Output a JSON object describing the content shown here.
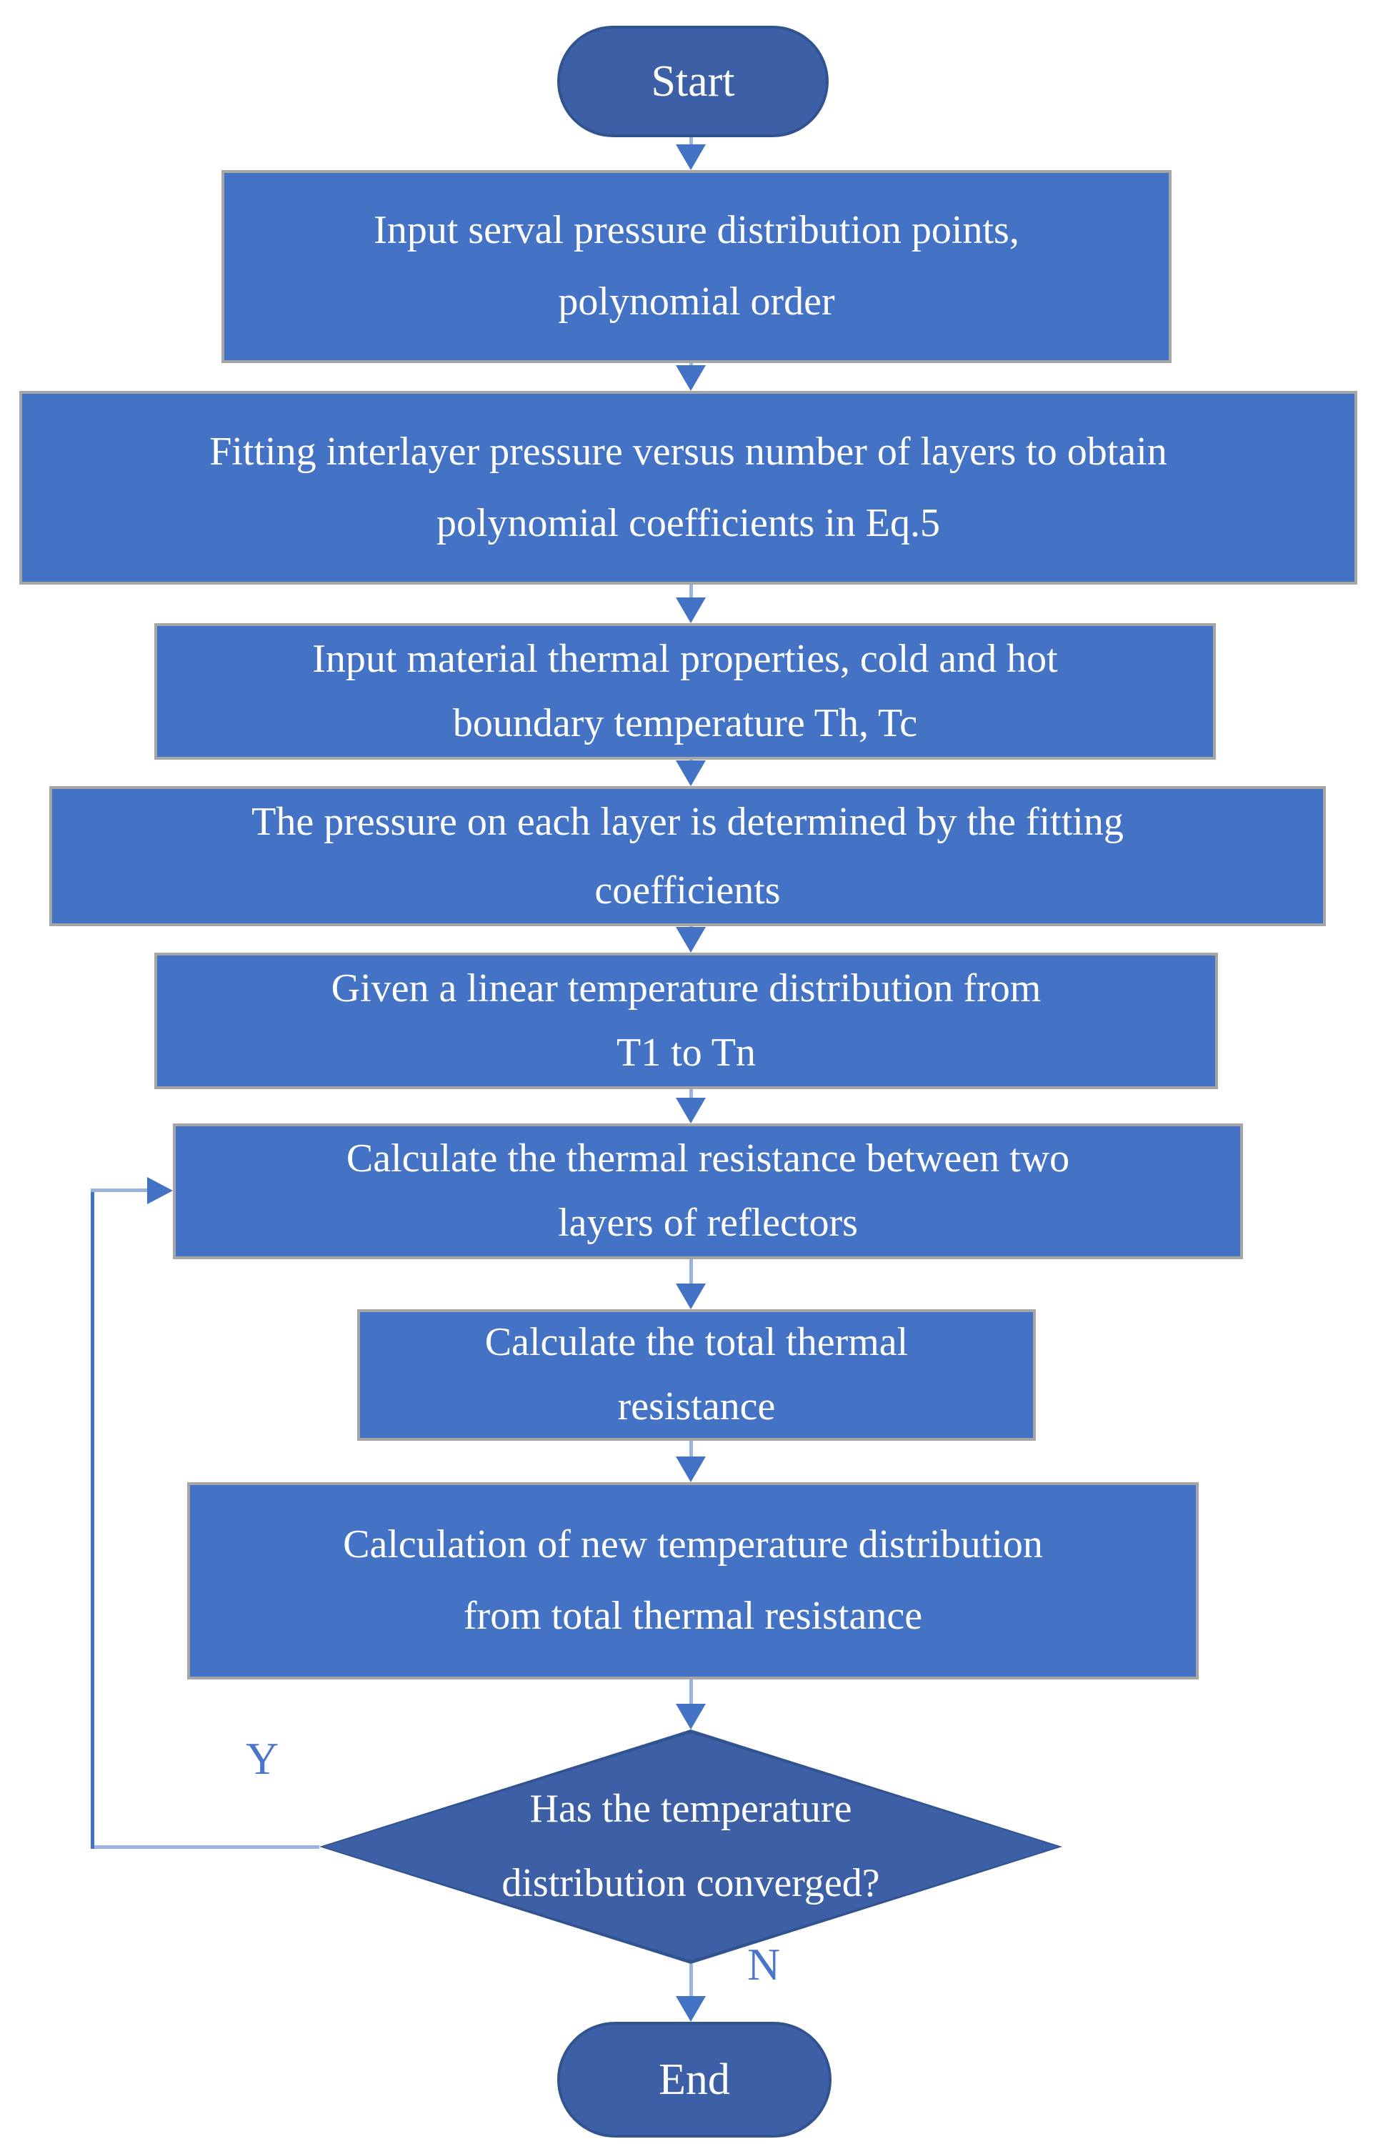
{
  "flowchart": {
    "nodes": {
      "start": {
        "label": "Start"
      },
      "step1": {
        "label": "Input serval pressure distribution points,\npolynomial order"
      },
      "step2": {
        "label": "Fitting interlayer pressure versus number of layers to obtain\npolynomial coefficients in Eq.5"
      },
      "step3": {
        "label": "Input material thermal properties, cold and hot\nboundary temperature Th, Tc"
      },
      "step4": {
        "label": "The pressure on each layer is determined by the fitting\ncoefficients"
      },
      "step5": {
        "label": "Given a linear temperature distribution from\nT1 to Tn"
      },
      "step6": {
        "label": "Calculate the thermal resistance between two\nlayers of reflectors"
      },
      "step7": {
        "label": "Calculate the total thermal\nresistance"
      },
      "step8": {
        "label": "Calculation of new temperature distribution\nfrom total thermal resistance"
      },
      "decision": {
        "label": "Has the temperature\ndistribution converged?"
      },
      "end": {
        "label": "End"
      }
    },
    "branches": {
      "yes_label": "Y",
      "no_label": "N"
    },
    "colors": {
      "process_fill": "#4472C4",
      "process_border": "#A6A6A6",
      "terminal_fill": "#3D5FA6",
      "terminal_border": "#31538F",
      "connector_light": "#9CB3DE",
      "connector_dark": "#4472C4",
      "text_color": "#FFFFFF",
      "branch_label_color": "#4A76C9",
      "canvas_bg": "#FFFFFF"
    }
  }
}
